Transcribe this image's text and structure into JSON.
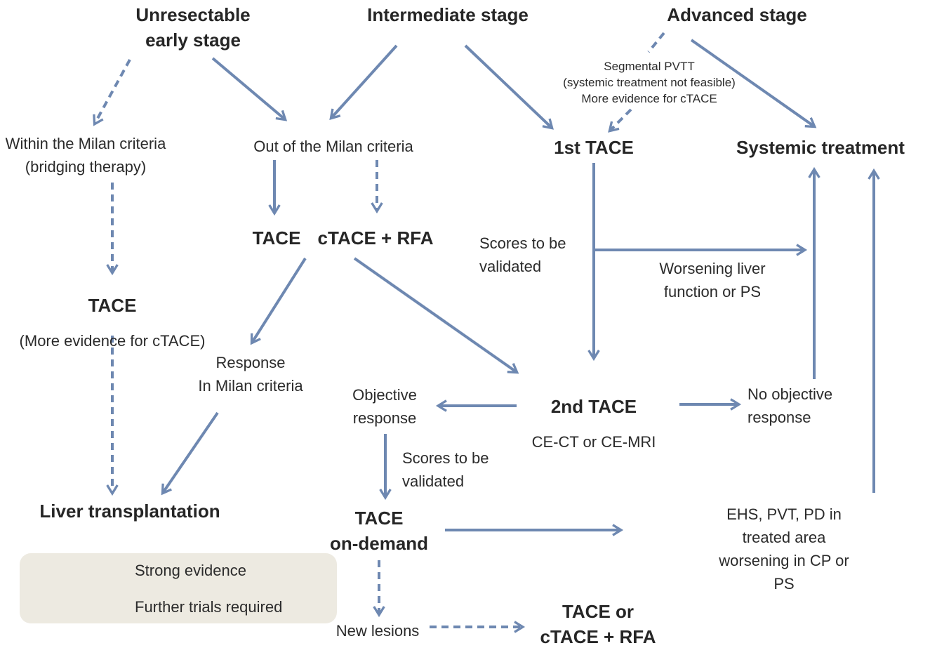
{
  "palette": {
    "arrow": "#6e88b1",
    "text": "#2b2b2b",
    "legend_bg": "#edeae1"
  },
  "nodes": {
    "unresectable": "Unresectable\nearly stage",
    "intermediate": "Intermediate stage",
    "advanced": "Advanced stage",
    "within_milan": "Within the Milan criteria\n(bridging therapy)",
    "out_milan": "Out of the Milan criteria",
    "segmental_pvtt": "Segmental PVTT\n(systemic treatment not feasible)\nMore evidence for cTACE",
    "first_tace": "1st TACE",
    "systemic_treatment": "Systemic treatment",
    "tace_mid": "TACE",
    "ctace_rfa": "cTACE + RFA",
    "scores_to_be_validated_1": "Scores to be\nvalidated",
    "worsening": "Worsening liver\nfunction or PS",
    "tace_left_title": "TACE",
    "tace_left_sub": "(More evidence for cTACE)",
    "response_milan": "Response\nIn Milan criteria",
    "objective_response": "Objective\nresponse",
    "second_tace_title": "2nd TACE",
    "second_tace_sub": "CE-CT or CE-MRI",
    "no_objective_response": "No objective\nresponse",
    "scores_to_be_validated_2": "Scores to be\nvalidated",
    "liver_transplantation": "Liver transplantation",
    "tace_on_demand": "TACE\non-demand",
    "ehs": "EHS, PVT, PD in treated area\nworsening in CP or PS",
    "new_lesions": "New lesions",
    "tace_or_ctace_rfa": "TACE or\ncTACE + RFA"
  },
  "legend": {
    "strong": "Strong evidence",
    "further": "Further trials required"
  }
}
